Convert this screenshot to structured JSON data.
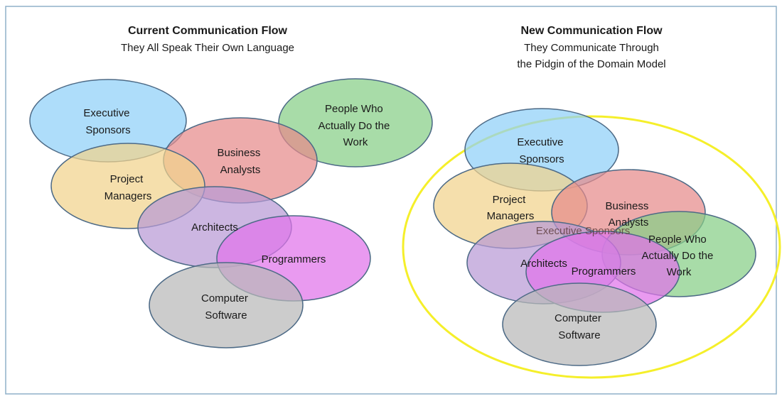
{
  "left": {
    "title": "Current Communication Flow",
    "subtitle": "They All Speak Their Own Language",
    "groups": {
      "executive_sponsors": [
        "Executive",
        "Sponsors"
      ],
      "business_analysts": [
        "Business",
        "Analysts"
      ],
      "people_who_do_work": [
        "People Who",
        "Actually Do the",
        "Work"
      ],
      "project_managers": [
        "Project",
        "Managers"
      ],
      "architects": [
        "Architects"
      ],
      "programmers": [
        "Programmers"
      ],
      "computer_software": [
        "Computer",
        "Software"
      ]
    }
  },
  "right": {
    "title": "New Communication Flow",
    "subtitle_line1": "They Communicate Through",
    "subtitle_line2": "the Pidgin of the Domain Model",
    "groups": {
      "executive_sponsors": [
        "Executive",
        "Sponsors"
      ],
      "project_managers": [
        "Project",
        "Managers"
      ],
      "business_analysts": [
        "Business",
        "Analysts"
      ],
      "executive_sponsors_overlap": "Executive Sponsors",
      "people_who_do_work": [
        "People Who",
        "Actually Do the",
        "Work"
      ],
      "architects": [
        "Architects"
      ],
      "programmers": [
        "Programmers"
      ],
      "computer_software": [
        "Computer",
        "Software"
      ]
    }
  },
  "colors": {
    "executive_sponsors": "#8fd0f8",
    "business_analysts": "#e68a8a",
    "people_who_do_work": "#86cf86",
    "project_managers": "#f1d28c",
    "architects": "#b89ad6",
    "programmers": "#e173ea",
    "computer_software": "#b8b8b8",
    "domain_model_circle": "#f5ef2a",
    "frame": "#8fb0c8"
  }
}
